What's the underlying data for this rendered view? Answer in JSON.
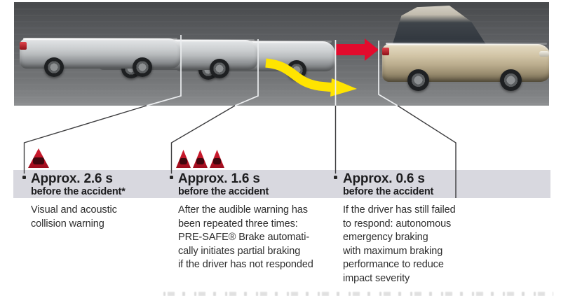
{
  "colors": {
    "band_gray": "#d8d8df",
    "warning_triangle_red": "#bc1426",
    "collision_arrow_red": "#e30b2d",
    "evasion_arrow_yellow": "#ffe400",
    "heading_text": "#1d1d1f",
    "body_text": "#2e2e2e"
  },
  "icons": {
    "warning": "warning-triangle-with-car-silhouette",
    "collision": "red-arrow-right",
    "evasion": "yellow-curved-swerve-arrow"
  },
  "stages": [
    {
      "time": "Approx. 2.6 s",
      "when": "before the accident*",
      "triangle_count": 1,
      "description_lines": [
        "Visual and acoustic",
        "collision warning"
      ]
    },
    {
      "time": "Approx. 1.6 s",
      "when": "before the accident",
      "triangle_count": 3,
      "description_lines": [
        "After the audible warning has",
        "been repeated three times:",
        "PRE-SAFE® Brake automati-",
        "cally initiates partial braking",
        "if the driver has not responded"
      ]
    },
    {
      "time": "Approx. 0.6 s",
      "when": "before the accident",
      "triangle_count": 0,
      "description_lines": [
        "If the driver has still failed",
        "to respond: autonomous",
        "emergency braking",
        "with maximum braking",
        "performance to reduce",
        "impact severity"
      ]
    }
  ]
}
